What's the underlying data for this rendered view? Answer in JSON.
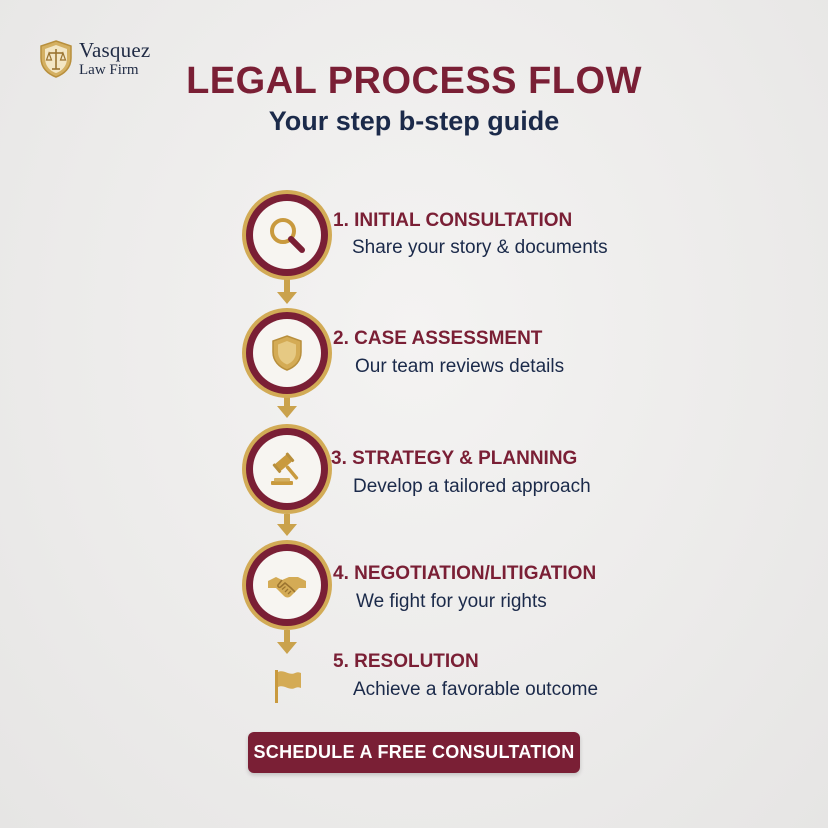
{
  "brand": {
    "name": "Vasquez",
    "subtitle": "Law Firm",
    "logo_icon": "scales-shield-icon"
  },
  "header": {
    "title": "LEGAL PROCESS FLOW",
    "subtitle": "Your step b-step guide"
  },
  "steps": [
    {
      "title": "1. INITIAL CONSULTATION",
      "description": "Share your story & documents",
      "icon": "magnifying-glass-icon"
    },
    {
      "title": "2. CASE ASSESSMENT",
      "description": "Our team reviews details",
      "icon": "shield-icon"
    },
    {
      "title": "3. STRATEGY & PLANNING",
      "description": "Develop a tailored approach",
      "icon": "gavel-icon"
    },
    {
      "title": "4. NEGOTIATION/LITIGATION",
      "description": "We fight for your rights",
      "icon": "handshake-icon"
    },
    {
      "title": "5. RESOLUTION",
      "description": "Achieve a favorable outcome",
      "icon": "flag-icon"
    }
  ],
  "cta": {
    "label": "SCHEDULE A FREE CONSULTATION"
  },
  "colors": {
    "primary": "#7a1f35",
    "gold": "#caa24c",
    "navy": "#1b2a4a",
    "background": "#eceaea"
  }
}
